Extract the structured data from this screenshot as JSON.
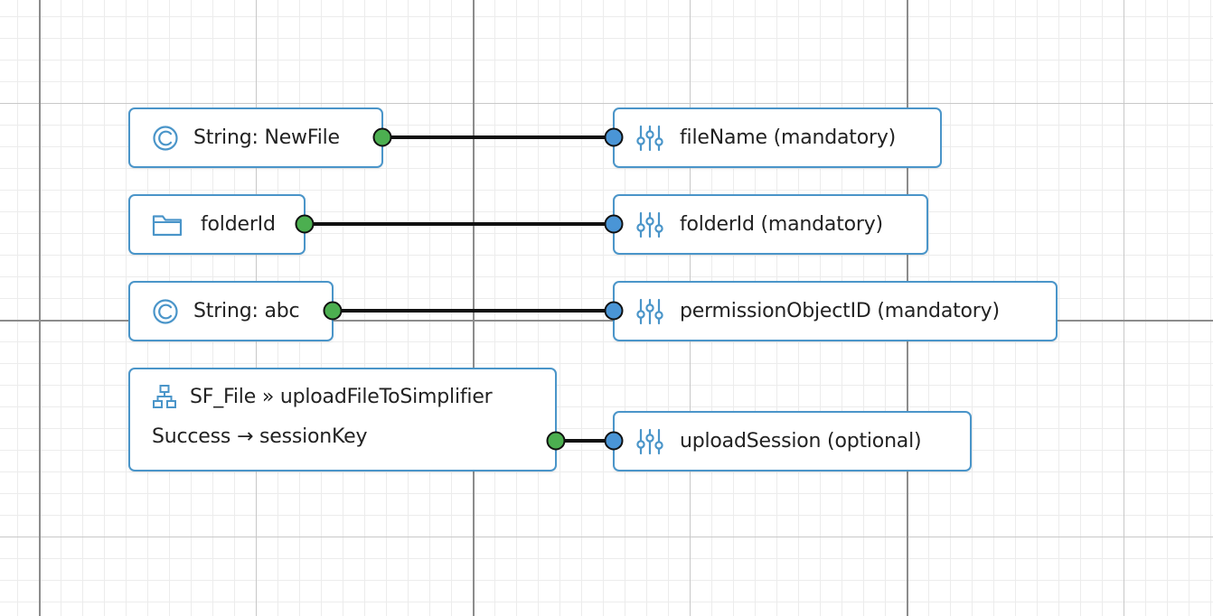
{
  "sources": [
    {
      "icon": "constant-icon",
      "label": "String: NewFile"
    },
    {
      "icon": "folder-icon",
      "label": "folderId"
    },
    {
      "icon": "constant-icon",
      "label": "String: abc"
    },
    {
      "icon": "hierarchy-icon",
      "label": "SF_File » uploadFileToSimplifier",
      "output_label": "Success → sessionKey"
    }
  ],
  "targets": [
    {
      "icon": "parameter-sliders-icon",
      "label": "fileName (mandatory)"
    },
    {
      "icon": "parameter-sliders-icon",
      "label": "folderId (mandatory)"
    },
    {
      "icon": "parameter-sliders-icon",
      "label": "permissionObjectID (mandatory)"
    },
    {
      "icon": "parameter-sliders-icon",
      "label": "uploadSession (optional)"
    }
  ],
  "connections": [
    {
      "from": "String: NewFile",
      "to": "fileName (mandatory)"
    },
    {
      "from": "folderId",
      "to": "folderId (mandatory)"
    },
    {
      "from": "String: abc",
      "to": "permissionObjectID (mandatory)"
    },
    {
      "from": "Success → sessionKey",
      "to": "uploadSession (optional)"
    }
  ],
  "colors": {
    "node_border": "#4a95c9",
    "icon": "#4a95c9",
    "output_port": "#4caf50",
    "input_port": "#4a95d6",
    "wire": "#111111"
  }
}
